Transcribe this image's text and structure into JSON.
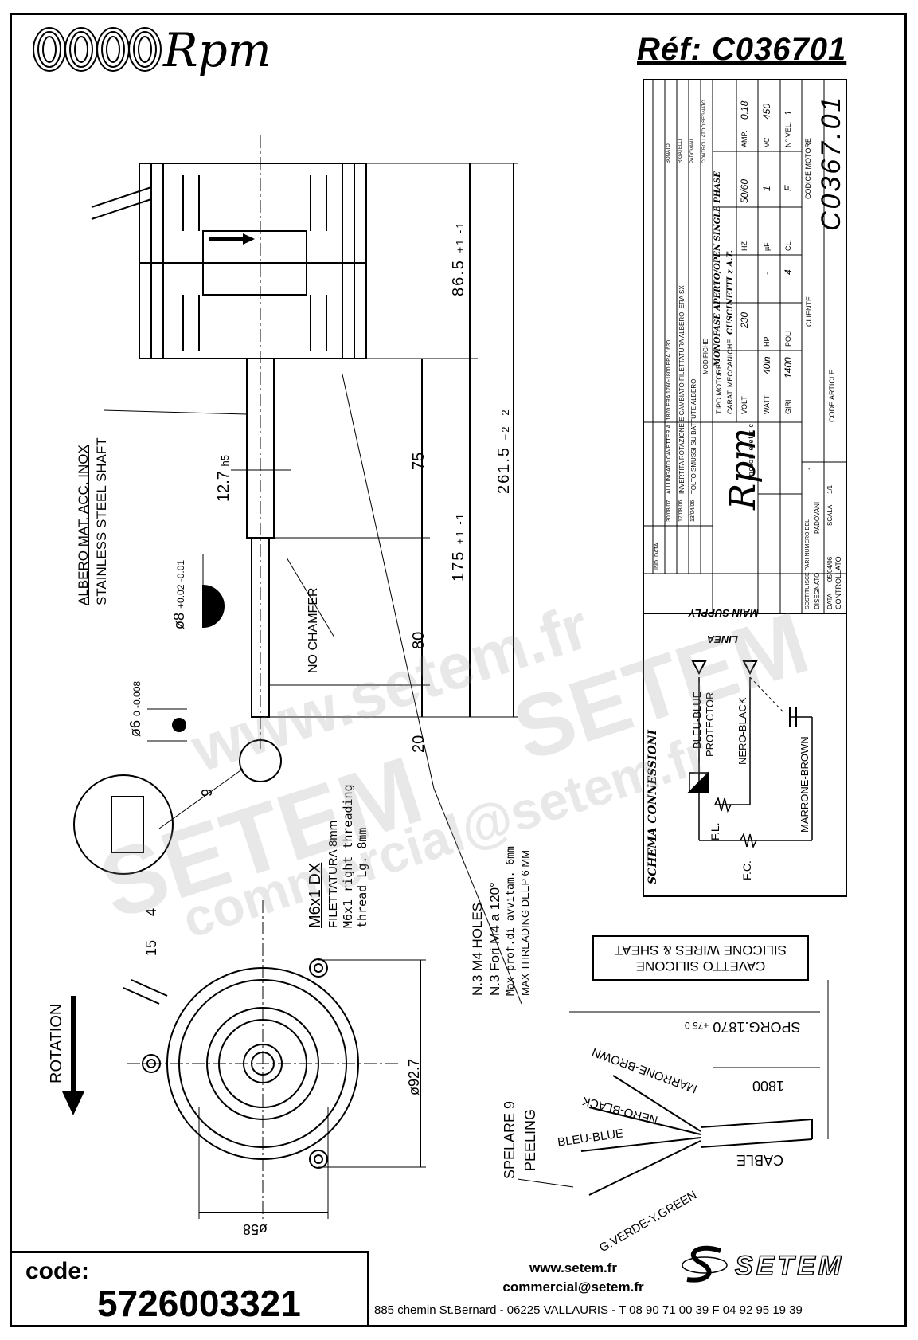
{
  "header": {
    "brand": "Rpm",
    "reference": "Réf:  C036701"
  },
  "dimensions": {
    "d86_5": "86.5",
    "d86_5_tol": "+1 -1",
    "d261_5": "261.5",
    "d261_5_tol": "+2 -2",
    "d175": "175",
    "d175_tol": "+1 -1",
    "d75": "75",
    "d80": "80",
    "d20": "20",
    "d12_7": "12.7",
    "d12_7_tol": "h5",
    "d8": "ø8",
    "d8_tol": "+0.02 -0.01",
    "d6": "ø6",
    "d6_tol": "0 -0.008",
    "d9": "9",
    "d4": "4",
    "d15": "15",
    "d92_7": "ø92.7",
    "d58": "ø58",
    "d1800": "1800",
    "sporg": "SPORG.1870",
    "sporg_tol": "+75 0",
    "spelare": "SPELARE 9",
    "peeling": "PEELING"
  },
  "labels": {
    "shaft_it": "ALBERO MAT. ACC. INOX",
    "shaft_en": "STAINLESS STEEL SHAFT",
    "no_chamfer": "NO CHAMFER",
    "thread_1": "M6x1 DX",
    "thread_2": "FILETTATURA 8mm",
    "thread_3": "M6x1 right threading",
    "thread_4": "thread Lg. 8mm",
    "holes_1": "N.3 M4 HOLES",
    "holes_2": "N.3 Fori M4 a 120°",
    "holes_3": "Max prof.di avvitam. 6mm",
    "holes_4": "MAX THREADING DEEP 6 MM",
    "rotation": "ROTATION",
    "cable_1": "CAVETTO SILICONE",
    "cable_2": "SILICONE WIRES & SHEAT",
    "cable": "CABLE",
    "wire_brown": "MARRONE-BROWN",
    "wire_black": "NERO-BLACK",
    "wire_blue": "BLEU-BLUE",
    "wire_green": "G.VERDE-Y.GREEN"
  },
  "schema": {
    "title": "SCHEMA CONNESSIONI",
    "linea": "LINEA",
    "main_supply": "MAIN SUPPLY",
    "blue": "BLEU-BLUE",
    "protector": "PROTECTOR",
    "black": "NERO-BLACK",
    "brown": "MARRONE-BROWN",
    "fl": "F.L.",
    "fc": "F.C."
  },
  "title_block": {
    "rev3_date": "30/08/07",
    "rev3_desc": "ALLUNGATO CAVETTERIA : 1870 ERA 1760-1800 ERA 1630",
    "rev2_date": "17/08/06",
    "rev2_desc": "INVERTITA ROTAZIONE E CAMBIATO FILETTATURA ALBERO, ERA SX",
    "rev1_date": "13/04/06",
    "rev1_desc": "TOLTO SMUSSI SU BATTUTE ALBERO",
    "rev_header": "IND. DATA",
    "modifiche": "MODIFICHE",
    "col_bonato": "BONATO",
    "col_rigatelli": "RIGATELLI",
    "col_padovani": "PADOVANI",
    "col_disegnato": "DISEGNATO",
    "col_controllato": "CONTROLLATO",
    "tipo_motore_label": "TIPO MOTORE",
    "tipo_motore": "MONOFASE APERTO/OPEN SINGLE PHASE",
    "carat_label": "CARAT. MECCANICHE",
    "carat": "CUSCINETTI z A.T.",
    "volt_label": "VOLT",
    "volt": "230",
    "hz_label": "HZ",
    "hz": "50/60",
    "amp_label": "AMP.",
    "amp": "0.18",
    "watt_label": "WATT",
    "watt": "40in",
    "hp_label": "HP",
    "hp": "-",
    "uf_label": "µF",
    "uf": "1",
    "vc_label": "VC",
    "vc": "450",
    "giri_label": "GIRI",
    "giri": "1400",
    "poli_label": "POLI",
    "poli": "4",
    "cl_label": "CL.",
    "cl": "F",
    "vel_label": "N° VEL.",
    "vel": "1",
    "logo": "Rpm",
    "logo_sub": "motori elettrici",
    "sostituisce": "SOSTITUISCE PARI NUMERO DEL",
    "sostituisce_val": "-",
    "cliente": "CLIENTE",
    "data_label": "DATA",
    "data": "05/04/06",
    "scala_label": "SCALA",
    "scala": "1/1",
    "disegnato": "DISEGNATO",
    "disegnato_val": "PADOVANI",
    "controllato": "CONTROLLATO",
    "code_article": "CODE ARTICLE",
    "codice_label": "CODICE MOTORE",
    "codice": "C0367.01"
  },
  "footer": {
    "code_label": "code:",
    "code_value": "5726003321",
    "web": "www.setem.fr",
    "email": "commercial@setem.fr",
    "address": "885 chemin St.Bernard  -  06225 VALLAURIS  -  T 08 90 71 00 39  F 04 92 95 19 39",
    "setem": "SETEM"
  },
  "watermark": {
    "w1": "www.setem.fr",
    "w2": "SETEM",
    "w3": "commercial@setem.fr",
    "w4": "SETEM"
  }
}
